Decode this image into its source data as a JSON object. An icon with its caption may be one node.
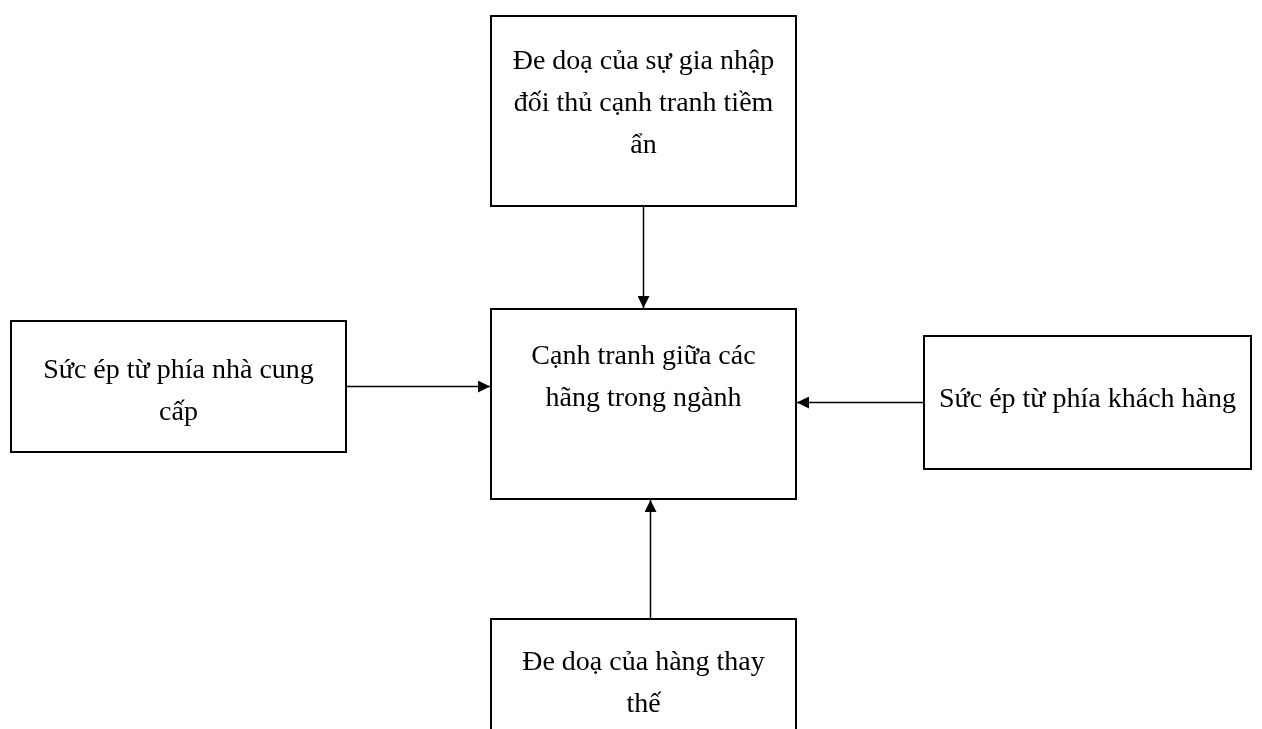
{
  "diagram": {
    "nodes": [
      {
        "text": [
          "Đe doạ của sự gia nhập đối thủ cạnh tranh tiềm ẩn"
        ]
      },
      {
        "text": [
          "Sức ép từ phía nhà cung cấp"
        ]
      },
      {
        "text": [
          "Cạnh tranh giữa các hãng trong ngành"
        ]
      },
      {
        "text": [
          "Sức ép từ phía khách hàng"
        ]
      },
      {
        "text": [
          "Đe doạ của hàng thay thế"
        ]
      }
    ],
    "edges": [
      {
        "from": 0,
        "to": 2,
        "arrow": "to"
      },
      {
        "from": 1,
        "to": 2,
        "arrow": "to"
      },
      {
        "from": 3,
        "to": 2,
        "arrow": "to"
      },
      {
        "from": 4,
        "to": 2,
        "arrow": "to"
      }
    ]
  }
}
